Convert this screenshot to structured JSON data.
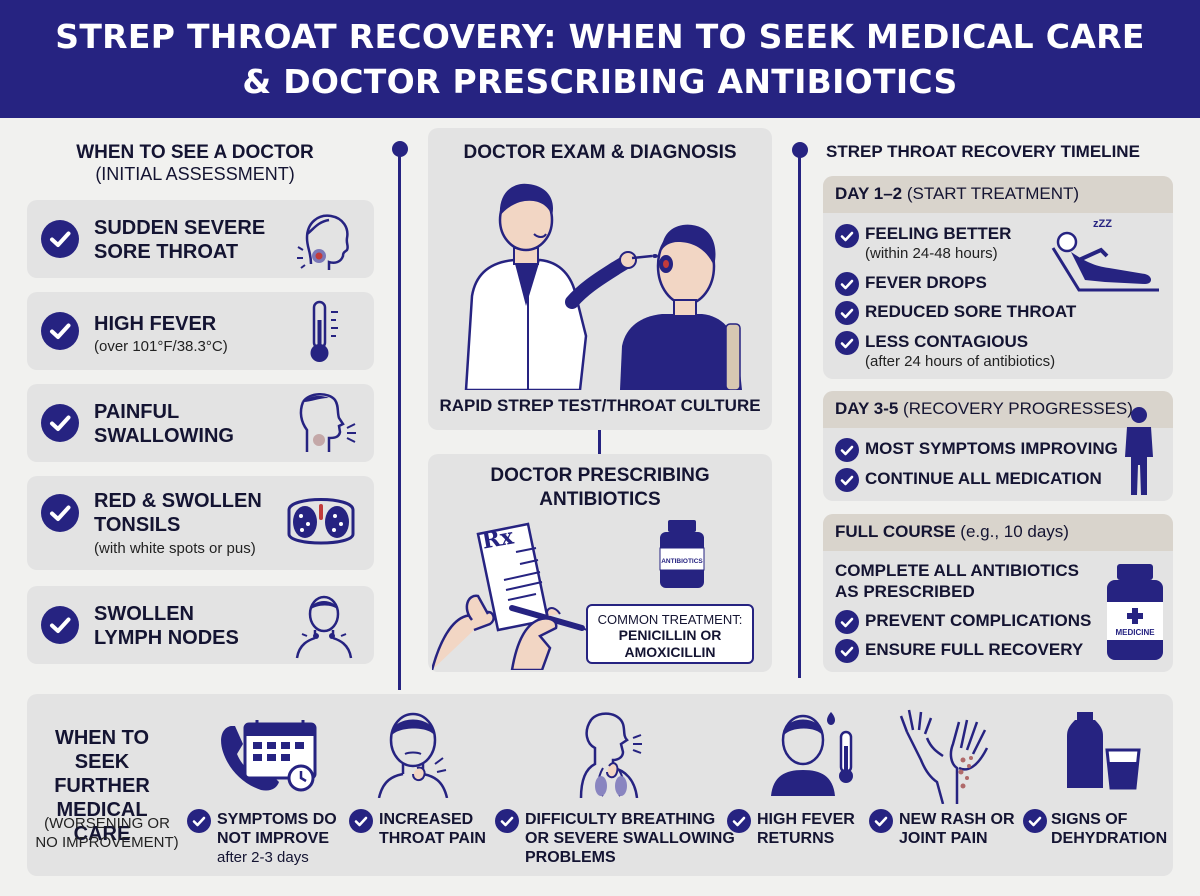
{
  "header": {
    "line1": "STREP THROAT RECOVERY: WHEN TO SEEK MEDICAL CARE",
    "line2": "& DOCTOR PRESCRIBING ANTIBIOTICS"
  },
  "left": {
    "title": "WHEN TO SEE A DOCTOR",
    "subtitle": "(INITIAL ASSESSMENT)",
    "items": [
      {
        "main1": "SUDDEN SEVERE",
        "main2": "SORE THROAT",
        "sub": ""
      },
      {
        "main1": "HIGH FEVER",
        "main2": "",
        "sub": "(over 101°F/38.3°C)"
      },
      {
        "main1": "PAINFUL",
        "main2": "SWALLOWING",
        "sub": ""
      },
      {
        "main1": "RED & SWOLLEN",
        "main2": "TONSILS",
        "sub": "(with white spots or pus)"
      },
      {
        "main1": "SWOLLEN",
        "main2": "LYMPH NODES",
        "sub": ""
      }
    ]
  },
  "middle": {
    "exam_title": "DOCTOR EXAM & DIAGNOSIS",
    "exam_caption": "RAPID STREP TEST/THROAT CULTURE",
    "rx_title1": "DOCTOR PRESCRIBING",
    "rx_title2": "ANTIBIOTICS",
    "rx_symbol": "Rx",
    "bottle_label": "ANTIBIOTICS",
    "treatment_label": "COMMON TREATMENT:",
    "treatment1": "PENICILLIN OR",
    "treatment2": "AMOXICILLIN"
  },
  "right": {
    "title": "STREP THROAT RECOVERY TIMELINE",
    "day12": {
      "head_bold": "DAY 1–2",
      "head_rest": " (START TREATMENT)",
      "items": [
        "FEELING BETTER",
        "FEVER DROPS",
        "REDUCED SORE THROAT",
        "LESS CONTAGIOUS"
      ],
      "subs": [
        "(within 24-48 hours)",
        "(after 24 hours of antibiotics)"
      ],
      "zzz": "zZZ"
    },
    "day35": {
      "head_bold": "DAY 3-5",
      "head_rest": " (RECOVERY PROGRESSES)",
      "items": [
        "MOST SYMPTOMS IMPROVING",
        "CONTINUE ALL MEDICATION"
      ]
    },
    "full": {
      "head_bold": "FULL COURSE",
      "head_rest": " (e.g., 10 days)",
      "main1": "COMPLETE ALL ANTIBIOTICS",
      "main2": "AS PRESCRIBED",
      "items": [
        "PREVENT COMPLICATIONS",
        "ENSURE FULL RECOVERY"
      ],
      "bottle_label": "MEDICINE"
    }
  },
  "bottom": {
    "title1": "WHEN TO",
    "title2": "SEEK FURTHER",
    "title3": "MEDICAL CARE",
    "sub1": "(WORSENING OR",
    "sub2": "NO IMPROVEMENT)",
    "items": [
      {
        "l1": "SYMPTOMS DO",
        "l2": "NOT IMPROVE",
        "l3": "after 2-3 days"
      },
      {
        "l1": "INCREASED",
        "l2": "THROAT PAIN",
        "l3": ""
      },
      {
        "l1": "DIFFICULTY BREATHING",
        "l2": "OR SEVERE SWALLOWING",
        "l3": "PROBLEMS"
      },
      {
        "l1": "HIGH FEVER",
        "l2": "RETURNS",
        "l3": ""
      },
      {
        "l1": "NEW RASH OR",
        "l2": "JOINT PAIN",
        "l3": ""
      },
      {
        "l1": "SIGNS OF",
        "l2": "DEHYDRATION",
        "l3": ""
      }
    ]
  },
  "colors": {
    "navy": "#262381",
    "card": "#e3e3e3",
    "day_head": "#d9d4cc",
    "background": "#f1f1ef"
  }
}
